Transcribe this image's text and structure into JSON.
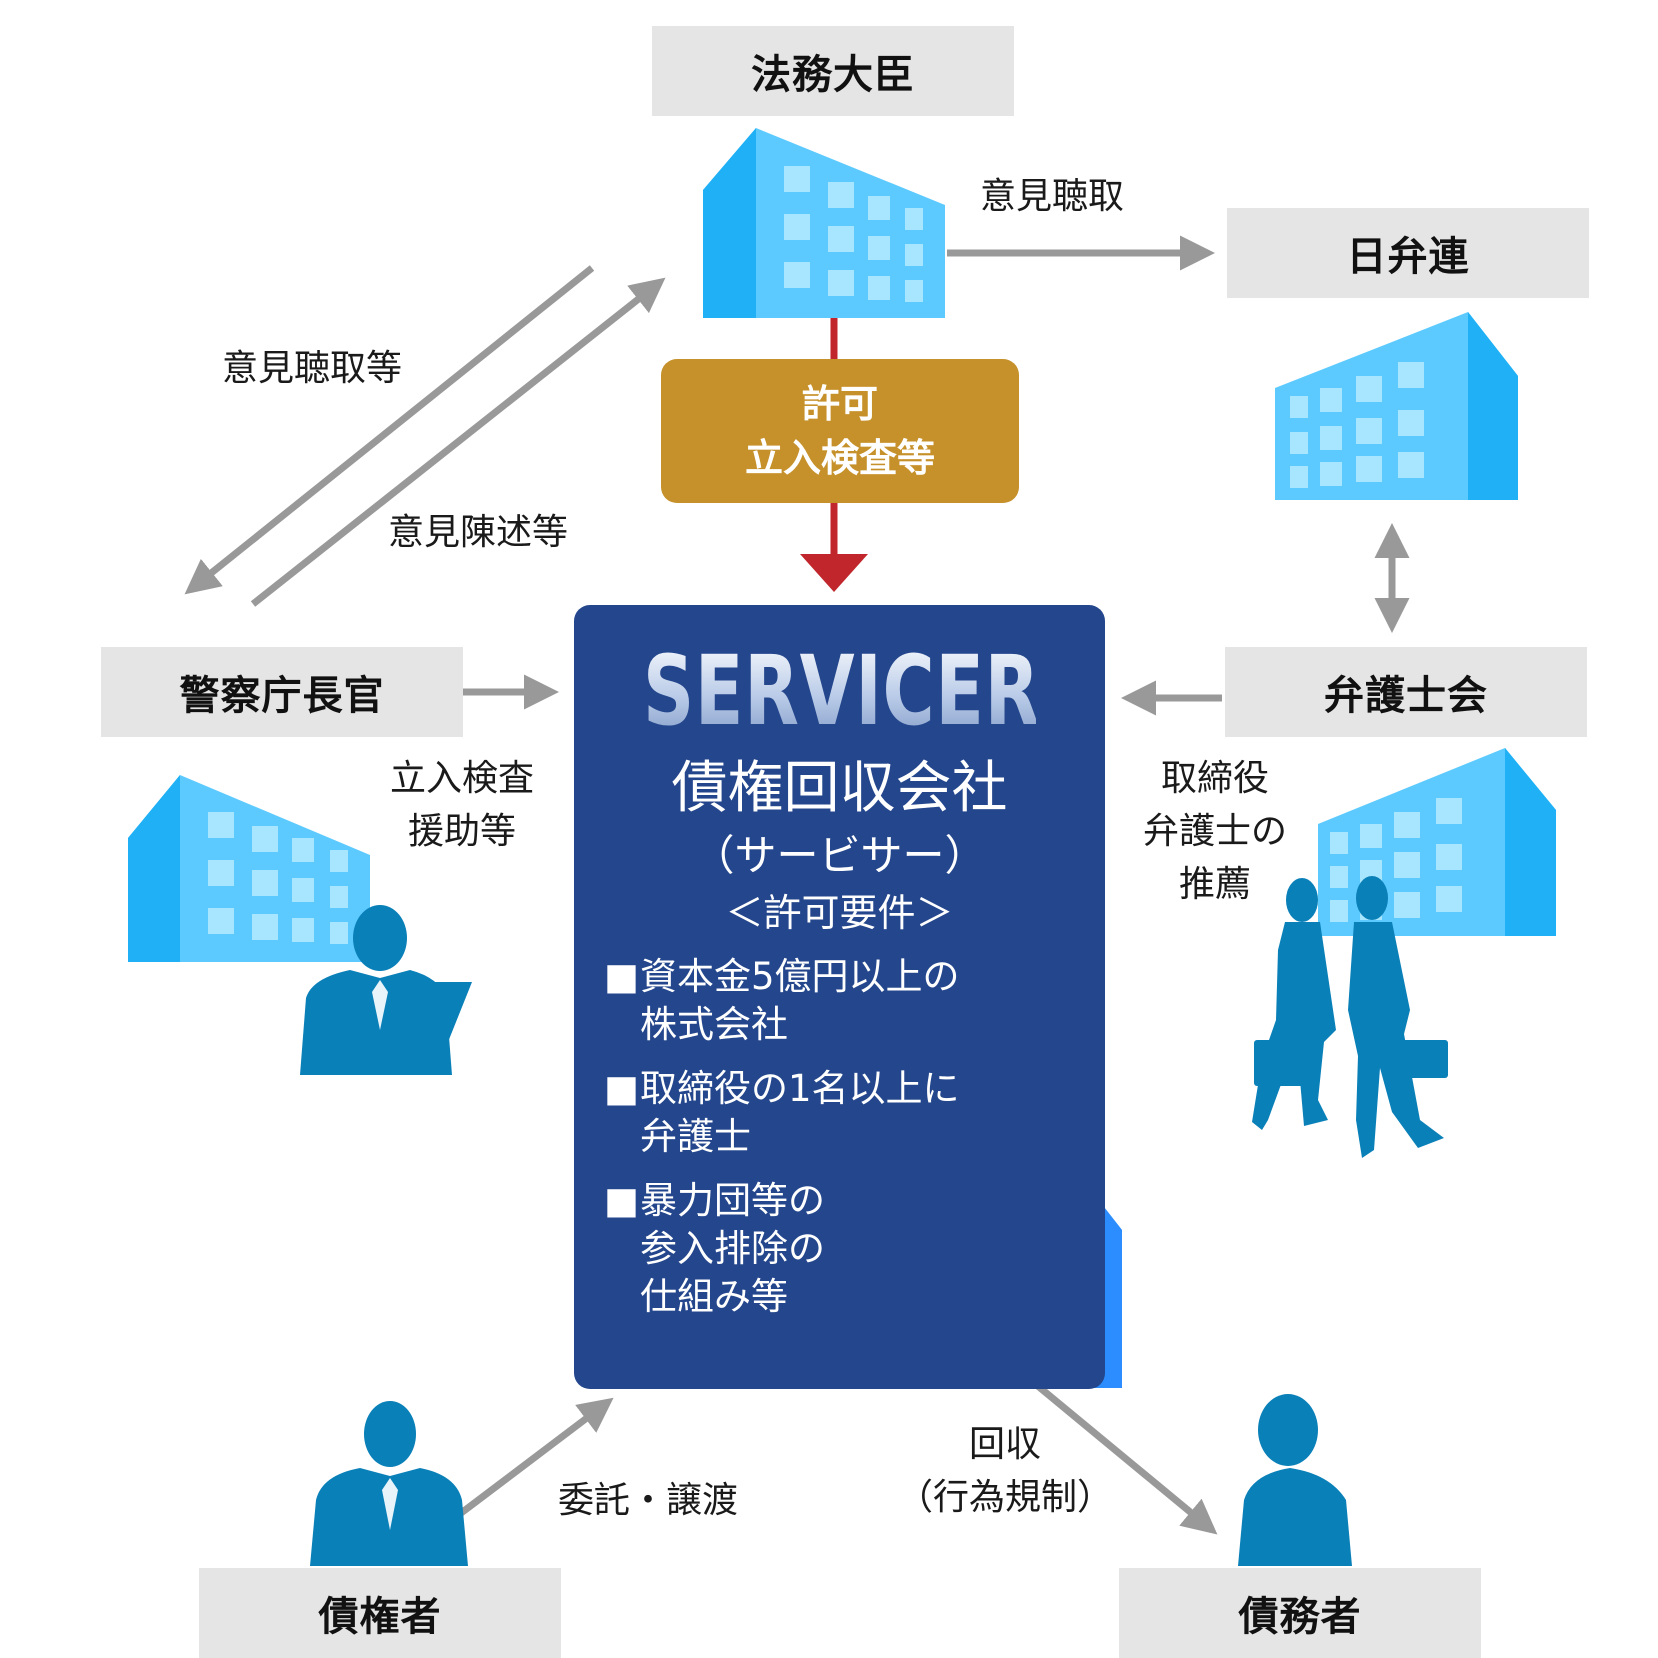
{
  "nodes": {
    "minister": "法務大臣",
    "nichibenren": "日弁連",
    "police": "警察庁長官",
    "bar_association": "弁護士会",
    "creditor": "債権者",
    "debtor": "債務者"
  },
  "permit": {
    "line1": "許可",
    "line2": "立入検査等"
  },
  "servicer": {
    "title": "SERVICER",
    "name": "債権回収会社",
    "name_kana": "（サービサー）",
    "requirements_heading": "＜許可要件＞",
    "requirements": [
      {
        "line1": "資本金5億円以上の",
        "line2": "株式会社"
      },
      {
        "line1": "取締役の1名以上に",
        "line2": "弁護士"
      },
      {
        "line1": "暴力団等の",
        "line2": "参入排除の",
        "line3": "仕組み等"
      }
    ],
    "bullet": "■"
  },
  "arrow_labels": {
    "hearing_nichibenren": "意見聴取",
    "hearing_police": "意見聴取等",
    "opinion_statement": "意見陳述等",
    "inspection_support_1": "立入検査",
    "inspection_support_2": "援助等",
    "director_rec_1": "取締役",
    "director_rec_2": "弁護士の",
    "director_rec_3": "推薦",
    "entrust": "委託・譲渡",
    "collection_1": "回収",
    "collection_2": "（行為規制）"
  },
  "colors": {
    "gray_box": "#e5e5e5",
    "gray_arrow": "#999999",
    "red_arrow": "#c0262c",
    "permit_box": "#c6912a",
    "servicer_box": "#24468c",
    "building_light": "#5ccaff",
    "building_dark": "#1fb0f5",
    "silhouette": "#0a80b8"
  },
  "icons": [
    "building-icon",
    "businessman-icon",
    "walking-men-icon",
    "arrow-icon"
  ]
}
